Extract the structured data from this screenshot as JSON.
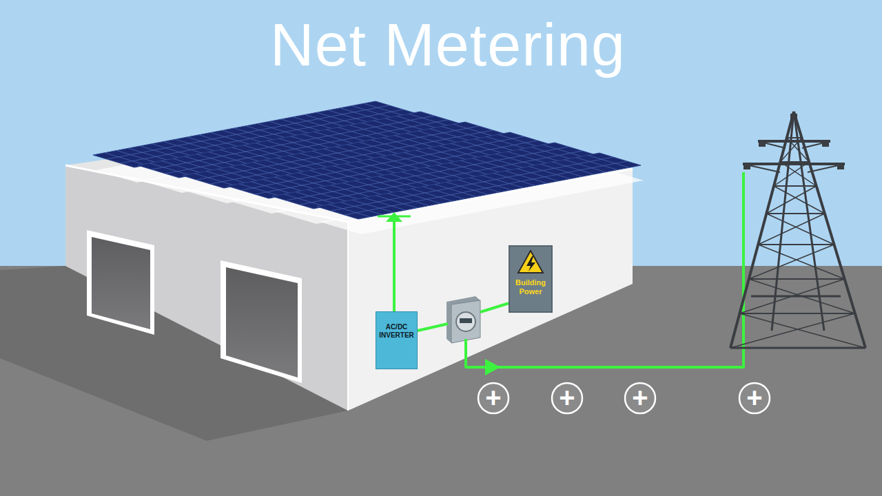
{
  "diagram": {
    "title": "Net Metering",
    "nodes": [
      {
        "text": [
          "AC/DC INVERTER"
        ]
      },
      {
        "text": [
          "Building Power"
        ]
      }
    ],
    "edges": [
      {
        "from": 0,
        "to": 1,
        "arrow": "none"
      }
    ],
    "labels": [
      "+",
      "+",
      "+",
      "+"
    ]
  }
}
